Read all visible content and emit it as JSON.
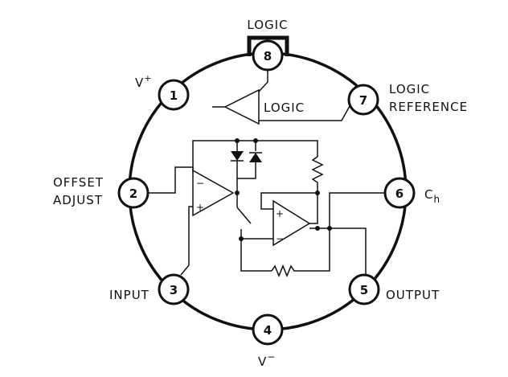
{
  "pins": [
    {
      "number": "1",
      "label": "V",
      "sup": "+"
    },
    {
      "number": "2",
      "label": "OFFSET",
      "label2": "ADJUST"
    },
    {
      "number": "3",
      "label": "INPUT"
    },
    {
      "number": "4",
      "label": "V",
      "sup": "−"
    },
    {
      "number": "5",
      "label": "OUTPUT"
    },
    {
      "number": "6",
      "label": "C",
      "sub": "h"
    },
    {
      "number": "7",
      "label": "LOGIC",
      "label2": "REFERENCE"
    },
    {
      "number": "8",
      "label": "LOGIC"
    }
  ],
  "internal": {
    "logic_buffer_label": "LOGIC",
    "opamp_plus": "+",
    "opamp_minus": "−"
  }
}
